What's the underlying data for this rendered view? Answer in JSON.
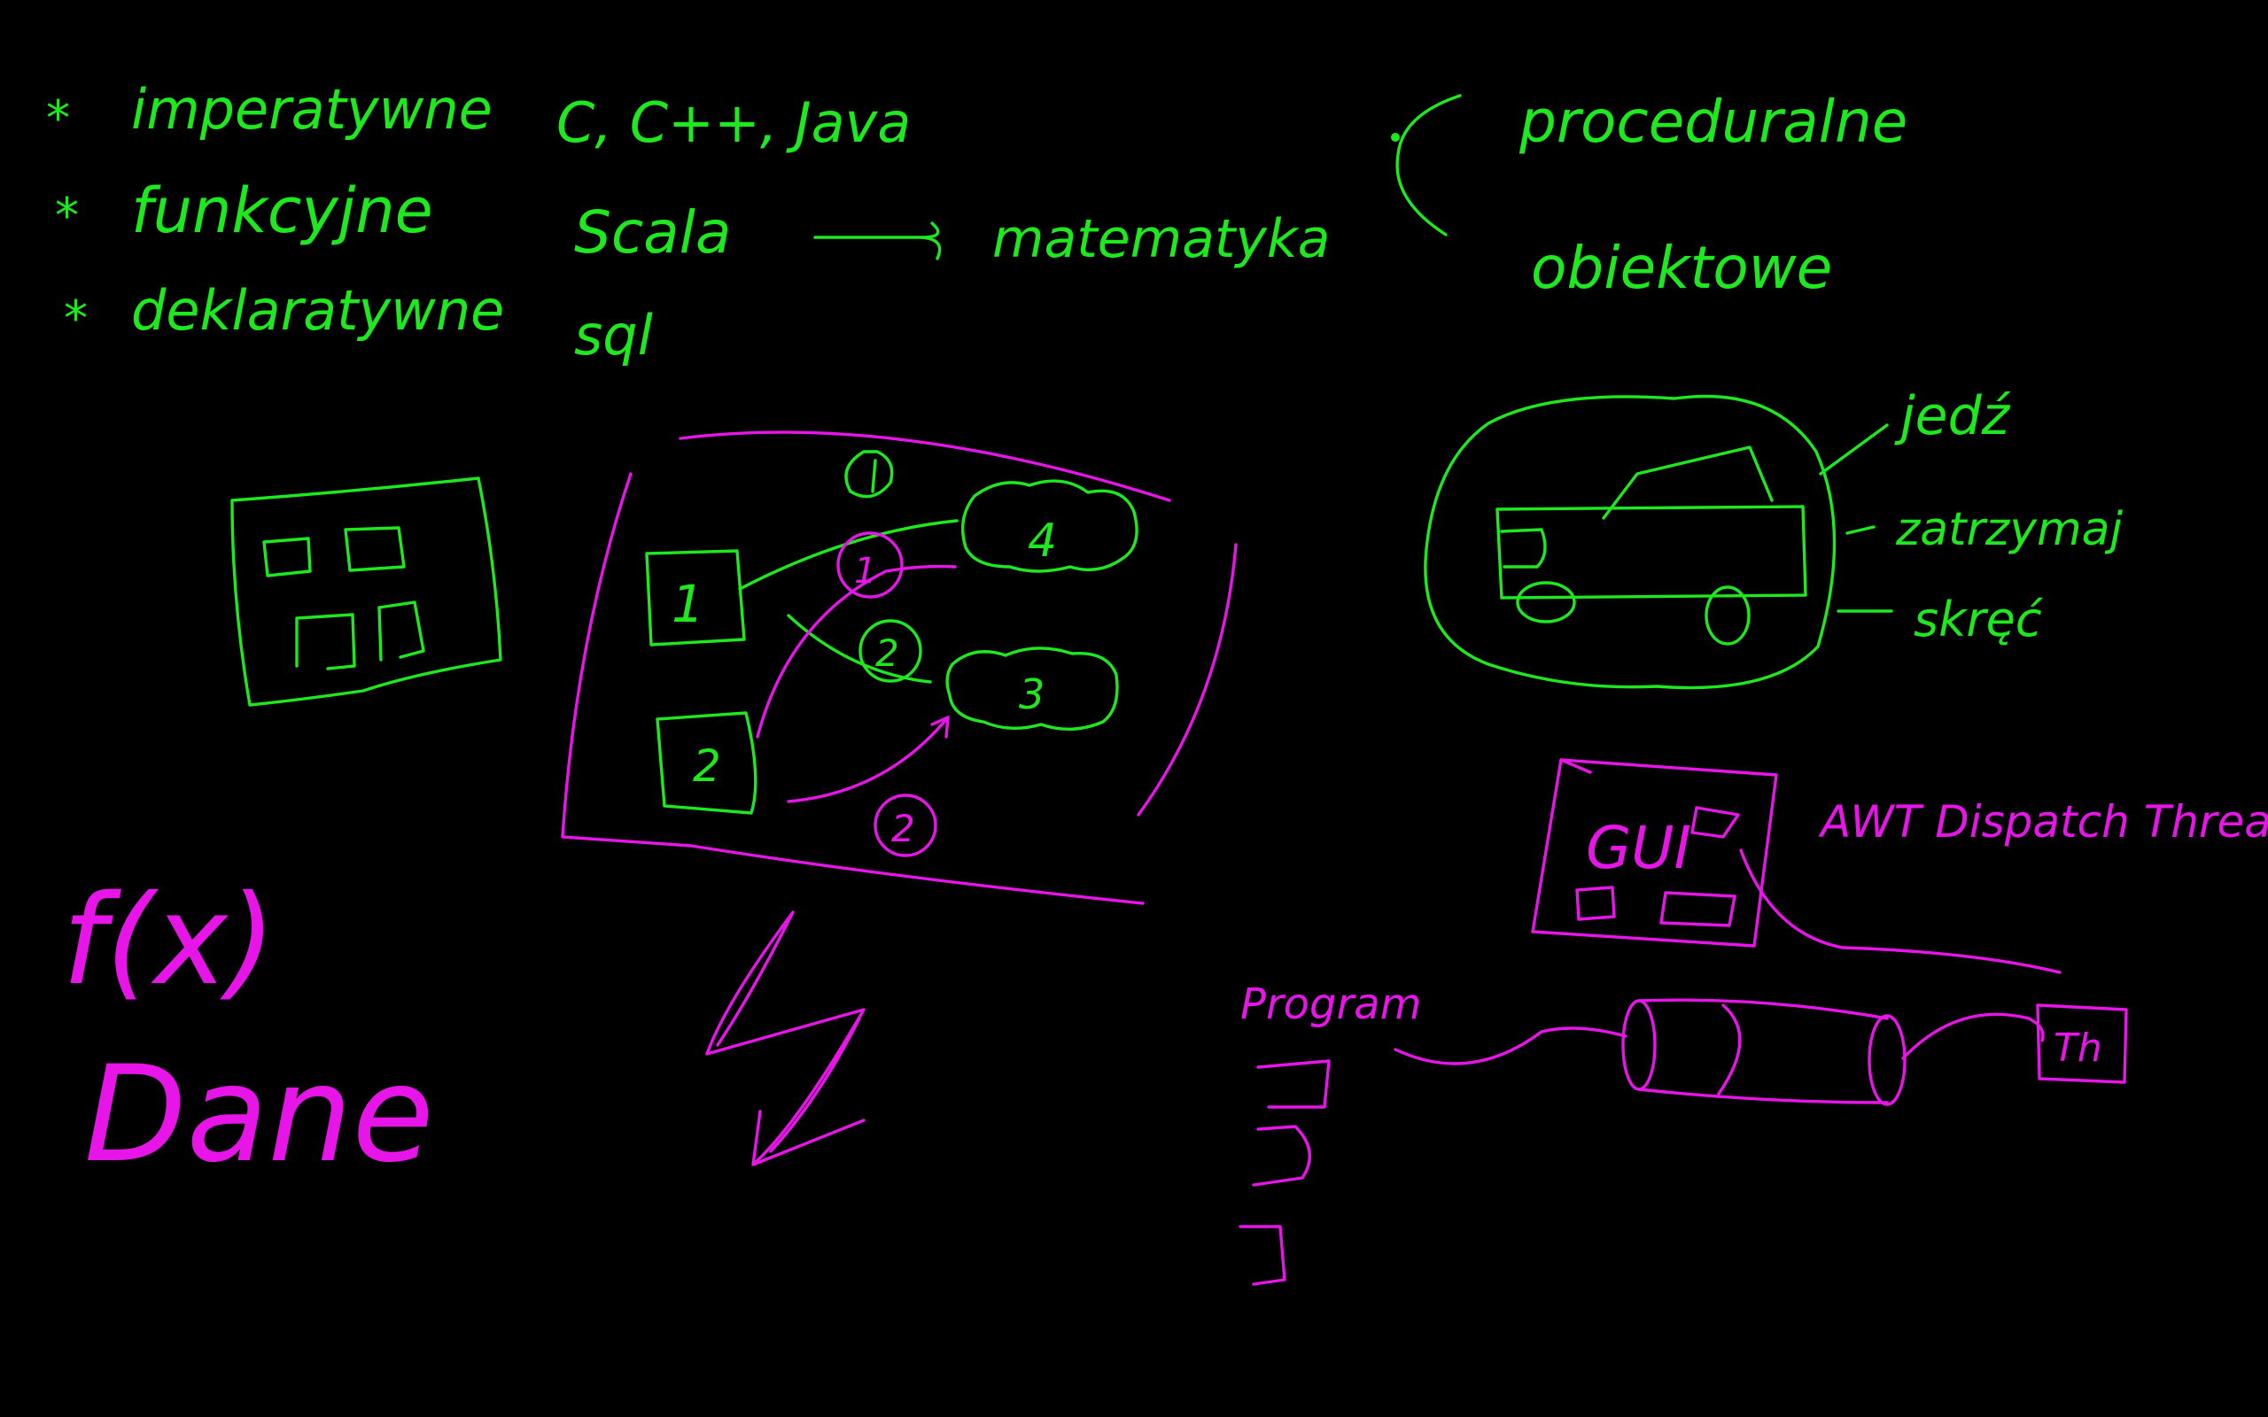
{
  "board": {
    "background": "#000000",
    "colors": {
      "green_ink": "#1ee81e",
      "magenta_ink": "#e815e8"
    }
  },
  "paradigms": [
    {
      "bullet": "*",
      "label": "imperatywne",
      "example": "C, C++, Java"
    },
    {
      "bullet": "*",
      "label": "funkcyjne",
      "example": "Scala"
    },
    {
      "bullet": "*",
      "label": "deklaratywne",
      "example": "sql"
    }
  ],
  "scala_note": "matematyka",
  "imperative_kinds": [
    "proceduralne",
    "obiektowe"
  ],
  "object_diagram": {
    "nodes": [
      "1",
      "2",
      "4",
      "3"
    ],
    "messages": [
      "1",
      "2",
      "2"
    ]
  },
  "function_notes": {
    "function": "f(x)",
    "data": "Dane"
  },
  "car_object": {
    "labels": [
      "jedź",
      "zatrzymaj",
      "skręć"
    ]
  },
  "gui_diagram": {
    "gui_label": "GUI",
    "thread_label": "AWT Dispatch Thread",
    "program_label": "Program",
    "thread_box_label": "Th"
  }
}
